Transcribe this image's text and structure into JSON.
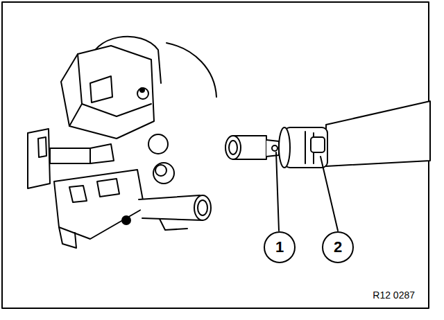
{
  "diagram": {
    "nodes": [
      {
        "text": [
          "1"
        ]
      },
      {
        "text": [
          "2"
        ]
      }
    ],
    "labels": [
      "R12 0287"
    ]
  }
}
